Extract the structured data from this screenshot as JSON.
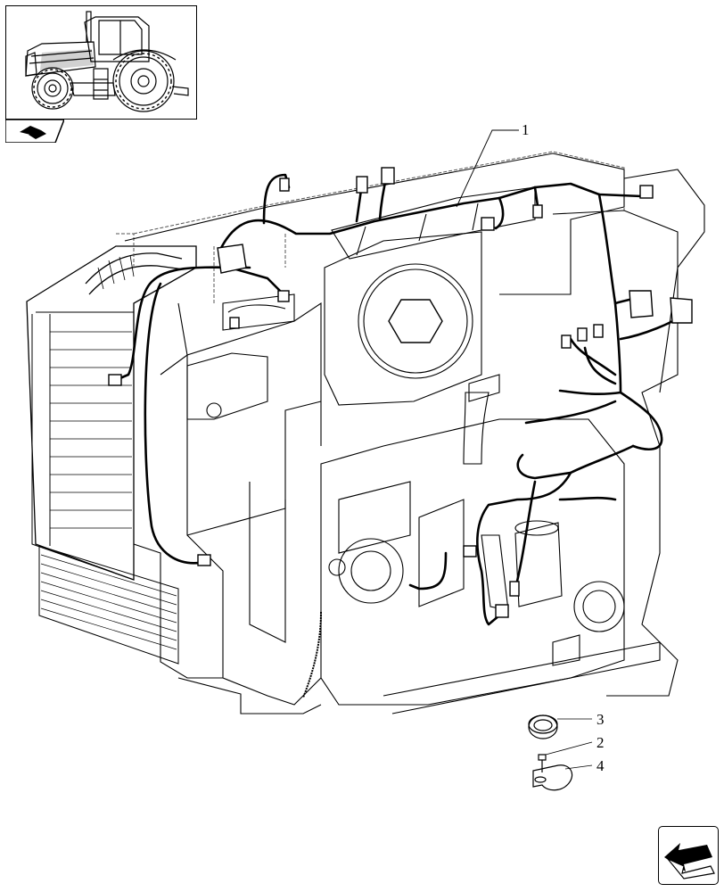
{
  "diagram": {
    "callouts": [
      {
        "id": "1"
      },
      {
        "id": "2"
      },
      {
        "id": "3"
      },
      {
        "id": "4"
      }
    ],
    "icons": {
      "thumbnail": "tractor-thumbnail-icon",
      "section": "section-marker-icon",
      "navigation": "previous-page-arrow-icon"
    },
    "colors": {
      "ink": "#000000",
      "background": "#ffffff",
      "hidden_line": "#555555"
    }
  }
}
